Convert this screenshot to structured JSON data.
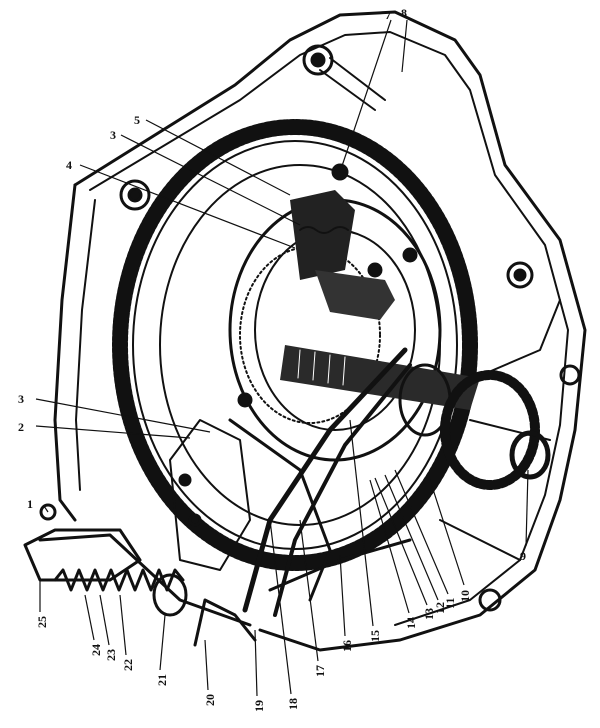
{
  "figure": {
    "ink_color": "#111111",
    "paper_color": "#ffffff"
  },
  "callouts": [
    {
      "id": "c1",
      "label": "1"
    },
    {
      "id": "c2",
      "label": "2"
    },
    {
      "id": "c3a",
      "label": "3"
    },
    {
      "id": "c3b",
      "label": "3"
    },
    {
      "id": "c4",
      "label": "4"
    },
    {
      "id": "c5",
      "label": "5"
    },
    {
      "id": "c7",
      "label": "7"
    },
    {
      "id": "c8",
      "label": "8"
    },
    {
      "id": "c9",
      "label": "9"
    },
    {
      "id": "c10",
      "label": "10"
    },
    {
      "id": "c11",
      "label": "11"
    },
    {
      "id": "c12",
      "label": "12"
    },
    {
      "id": "c13",
      "label": "13"
    },
    {
      "id": "c14",
      "label": "14"
    },
    {
      "id": "c15",
      "label": "15"
    },
    {
      "id": "c16",
      "label": "16"
    },
    {
      "id": "c17",
      "label": "17"
    },
    {
      "id": "c18",
      "label": "18"
    },
    {
      "id": "c19",
      "label": "19"
    },
    {
      "id": "c20",
      "label": "20"
    },
    {
      "id": "c21",
      "label": "21"
    },
    {
      "id": "c22",
      "label": "22"
    },
    {
      "id": "c23",
      "label": "23"
    },
    {
      "id": "c24",
      "label": "24"
    },
    {
      "id": "c25",
      "label": "25"
    }
  ]
}
